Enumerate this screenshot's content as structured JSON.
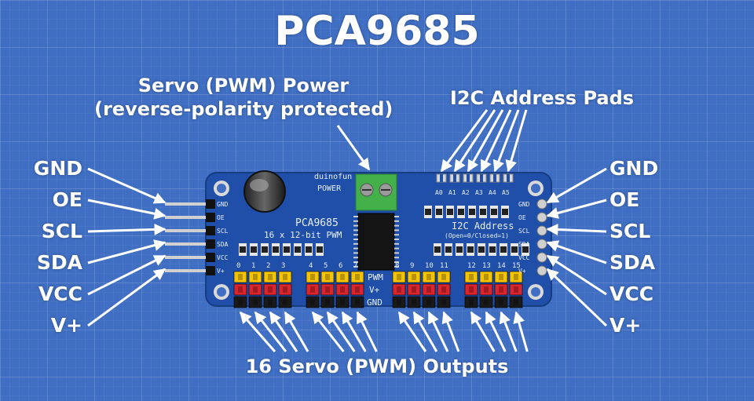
{
  "title": "PCA9685",
  "callouts": {
    "servo_power_line1": "Servo (PWM) Power",
    "servo_power_line2": "(reverse-polarity protected)",
    "i2c_pads": "I2C Address Pads",
    "outputs": "16 Servo (PWM) Outputs"
  },
  "left_pins": [
    "GND",
    "OE",
    "SCL",
    "SDA",
    "VCC",
    "V+"
  ],
  "right_pins": [
    "GND",
    "OE",
    "SCL",
    "SDA",
    "VCC",
    "V+"
  ],
  "board": {
    "brand": "duinofun",
    "chip_name": "PCA9685",
    "chip_desc": "16 x 12-bit PWM",
    "power_label": "POWER",
    "address_title": "I2C Address",
    "address_sub": "(Open=0/Closed=1)",
    "address_bits": [
      "A0",
      "A1",
      "A2",
      "A3",
      "A4",
      "A5"
    ],
    "header_labels": [
      "PWM",
      "V+",
      "GND"
    ],
    "channel_numbers": [
      "0",
      "1",
      "2",
      "3",
      "4",
      "5",
      "6",
      "7",
      "8",
      "9",
      "10",
      "11",
      "12",
      "13",
      "14",
      "15"
    ],
    "pin_silk": [
      "GND",
      "OE",
      "SCL",
      "SDA",
      "VCC",
      "V+"
    ]
  },
  "colors": {
    "background": "#3f6ec3",
    "pcb": "#1f4fa8",
    "pin_yellow": "#f5c400",
    "pin_red": "#d9252b",
    "pin_black": "#1a1a1a",
    "terminal_green": "#43b04a"
  }
}
